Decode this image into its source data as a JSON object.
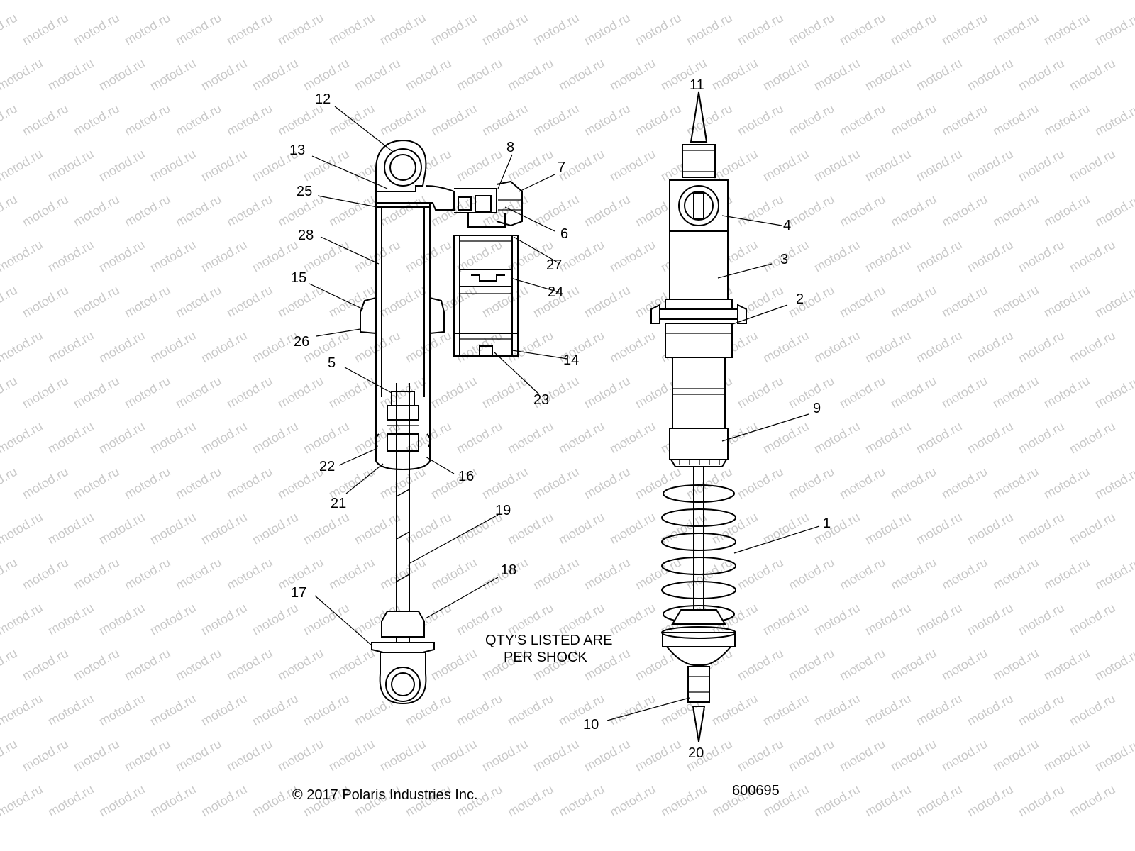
{
  "watermark": "motod.ru",
  "callouts": [
    "1",
    "2",
    "3",
    "4",
    "5",
    "6",
    "7",
    "8",
    "9",
    "10",
    "11",
    "12",
    "13",
    "14",
    "15",
    "16",
    "17",
    "18",
    "19",
    "20",
    "21",
    "22",
    "23",
    "24",
    "25",
    "26",
    "27",
    "28"
  ],
  "note": {
    "line1": "QTY'S LISTED ARE",
    "line2": "PER SHOCK"
  },
  "copyright": "© 2017 Polaris Industries Inc.",
  "figure_number": "600695",
  "colors": {
    "line": "#000000",
    "watermark": "#c9c9c9",
    "background": "#ffffff"
  }
}
